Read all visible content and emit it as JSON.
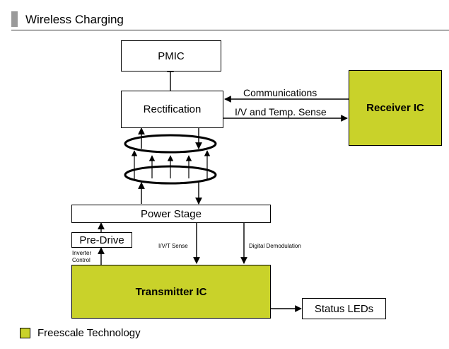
{
  "header": {
    "title": "Wireless Charging"
  },
  "blocks": {
    "pmic": "PMIC",
    "rectification": "Rectification",
    "receiver_ic": "Receiver IC",
    "power_stage": "Power Stage",
    "pre_drive": "Pre-Drive",
    "transmitter_ic": "Transmitter IC",
    "status_leds": "Status LEDs"
  },
  "signals": {
    "communications": "Communications",
    "iv_temp_sense": "I/V and Temp. Sense",
    "inverter_control_line1": "Inverter",
    "inverter_control_line2": "Control",
    "ivt_sense": "I/V/T Sense",
    "digital_demodulation": "Digital Demodulation"
  },
  "legend": {
    "label": "Freescale Technology"
  },
  "colors": {
    "freescale": "#c9d22a",
    "line": "#000000",
    "header_bar": "#9a9a9a"
  }
}
